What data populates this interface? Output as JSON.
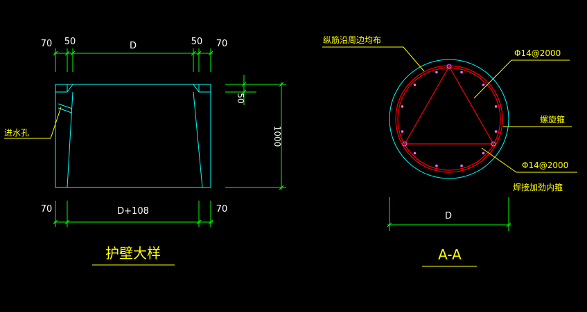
{
  "colors": {
    "background": "#000000",
    "outline": "#00ffff",
    "rebar": "#ff0000",
    "dimension": "#00ff00",
    "leader": "#ffff00",
    "text_white": "#ffffff",
    "text_yellow": "#ffff00",
    "rebar_dot": "#ff66ff"
  },
  "elevation": {
    "dims_top": [
      "70",
      "50",
      "D",
      "50",
      "70"
    ],
    "dims_bottom": [
      "70",
      "D+108",
      "70"
    ],
    "dim_right_height": "1000",
    "dim_right_small": "50",
    "label_weep_hole": "进水孔",
    "title": "护壁大样"
  },
  "section": {
    "label_longitudinal": "纵筋沿周边均布",
    "label_rebar_top": "Φ14@2000",
    "label_spiral": "螺旋箍",
    "label_rebar_bottom": "Φ14@2000",
    "label_inner_hoop": "焊接加劲内箍",
    "dim_diameter": "D",
    "title": "A-A"
  }
}
